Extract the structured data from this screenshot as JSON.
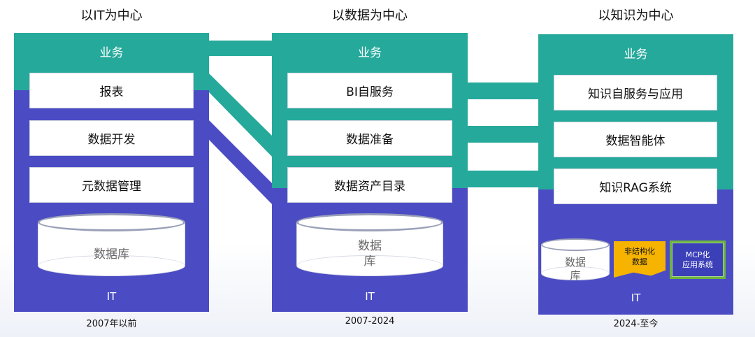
{
  "eras": [
    {
      "title": "以IT为中心",
      "footer": "2007年以前",
      "business_label": "业务",
      "it_label": "IT",
      "boxes": [
        "报表",
        "数据开发",
        "元数据管理"
      ],
      "storage": {
        "line1": "数据库",
        "line2": ""
      }
    },
    {
      "title": "以数据为中心",
      "footer": "2007-2024",
      "business_label": "业务",
      "it_label": "IT",
      "boxes": [
        "BI自服务",
        "数据准备",
        "数据资产目录"
      ],
      "storage": {
        "line1": "数据",
        "line2": "库"
      }
    },
    {
      "title": "以知识为中心",
      "footer": "2024-至今",
      "business_label": "业务",
      "it_label": "IT",
      "boxes": [
        "知识自服务与应用",
        "数据智能体",
        "知识RAG系统"
      ],
      "storage": {
        "line1": "数据",
        "line2": "库"
      },
      "unstructured": {
        "line1": "非结构化",
        "line2": "数据"
      },
      "mcp": {
        "line1": "MCP化",
        "line2": "应用系统"
      }
    }
  ],
  "colors": {
    "business": "#25a99b",
    "it": "#4b4cc4",
    "unstructured": "#f6b300",
    "mcp_border": "#6db33f"
  }
}
